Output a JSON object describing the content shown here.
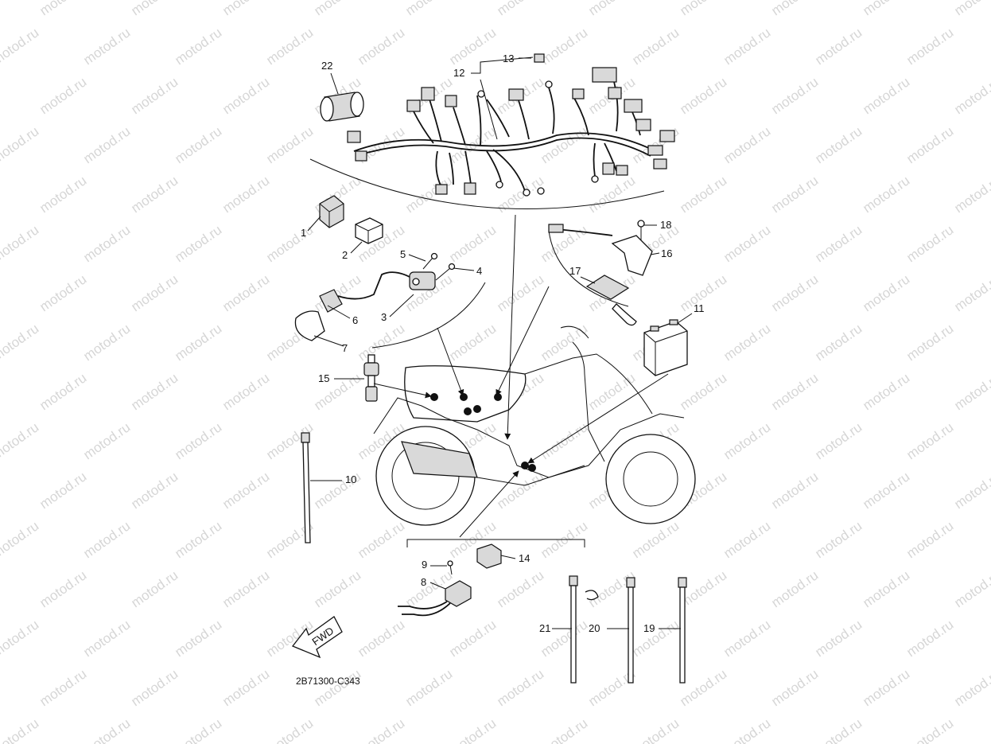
{
  "watermark": "motod.ru",
  "drawing_code": "2B71300-C343",
  "fwd_label": "FWD",
  "callouts": [
    {
      "id": "1",
      "label": "1"
    },
    {
      "id": "2",
      "label": "2"
    },
    {
      "id": "3",
      "label": "3"
    },
    {
      "id": "4",
      "label": "4"
    },
    {
      "id": "5",
      "label": "5"
    },
    {
      "id": "6",
      "label": "6"
    },
    {
      "id": "7",
      "label": "7"
    },
    {
      "id": "8",
      "label": "8"
    },
    {
      "id": "9",
      "label": "9"
    },
    {
      "id": "10",
      "label": "10"
    },
    {
      "id": "11",
      "label": "11"
    },
    {
      "id": "12",
      "label": "12"
    },
    {
      "id": "13",
      "label": "13"
    },
    {
      "id": "14",
      "label": "14"
    },
    {
      "id": "15",
      "label": "15"
    },
    {
      "id": "16",
      "label": "16"
    },
    {
      "id": "17",
      "label": "17"
    },
    {
      "id": "18",
      "label": "18"
    },
    {
      "id": "19",
      "label": "19"
    },
    {
      "id": "20",
      "label": "20"
    },
    {
      "id": "21",
      "label": "21"
    },
    {
      "id": "22",
      "label": "22"
    }
  ]
}
